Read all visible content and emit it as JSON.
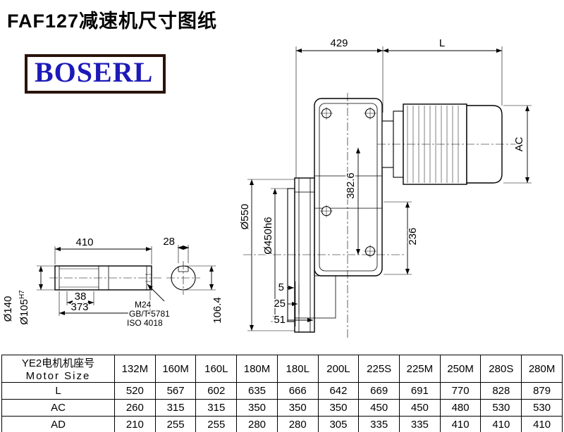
{
  "title": "FAF127减速机尺寸图纸",
  "logo": {
    "text": "BOSERL",
    "text_color": "#1d1ab8",
    "border_color": "#2a130b"
  },
  "drawing": {
    "dim_429": "429",
    "dim_L": "L",
    "dim_AC": "AC",
    "dim_550": "Ø550",
    "dim_450h6": "Ø450h6",
    "dim_382_6": "382.6",
    "dim_236": "236",
    "dim_5": "5",
    "dim_25": "25",
    "dim_51": "51"
  },
  "shaft": {
    "dim_410": "410",
    "dim_28": "28",
    "dim_38": "38",
    "dim_373": "373",
    "dim_140": "Ø140",
    "dim_105_base": "Ø105",
    "dim_105_sup": "H7",
    "dim_106_4": "106.4",
    "thread": "M24",
    "thread_std_gb": "GB/T 5781",
    "thread_std_iso": "ISO 4018"
  },
  "table": {
    "header_cn": "YE2电机机座号",
    "header_en": "Motor Size",
    "columns": [
      "132M",
      "160M",
      "160L",
      "180M",
      "180L",
      "200L",
      "225S",
      "225M",
      "250M",
      "280S",
      "280M"
    ],
    "rows": [
      {
        "label": "L",
        "values": [
          "520",
          "567",
          "602",
          "635",
          "666",
          "642",
          "669",
          "691",
          "770",
          "828",
          "879"
        ]
      },
      {
        "label": "AC",
        "values": [
          "260",
          "315",
          "315",
          "350",
          "350",
          "350",
          "450",
          "450",
          "480",
          "530",
          "530"
        ]
      },
      {
        "label": "AD",
        "values": [
          "210",
          "255",
          "255",
          "280",
          "280",
          "305",
          "335",
          "335",
          "410",
          "410",
          "410"
        ]
      }
    ]
  }
}
